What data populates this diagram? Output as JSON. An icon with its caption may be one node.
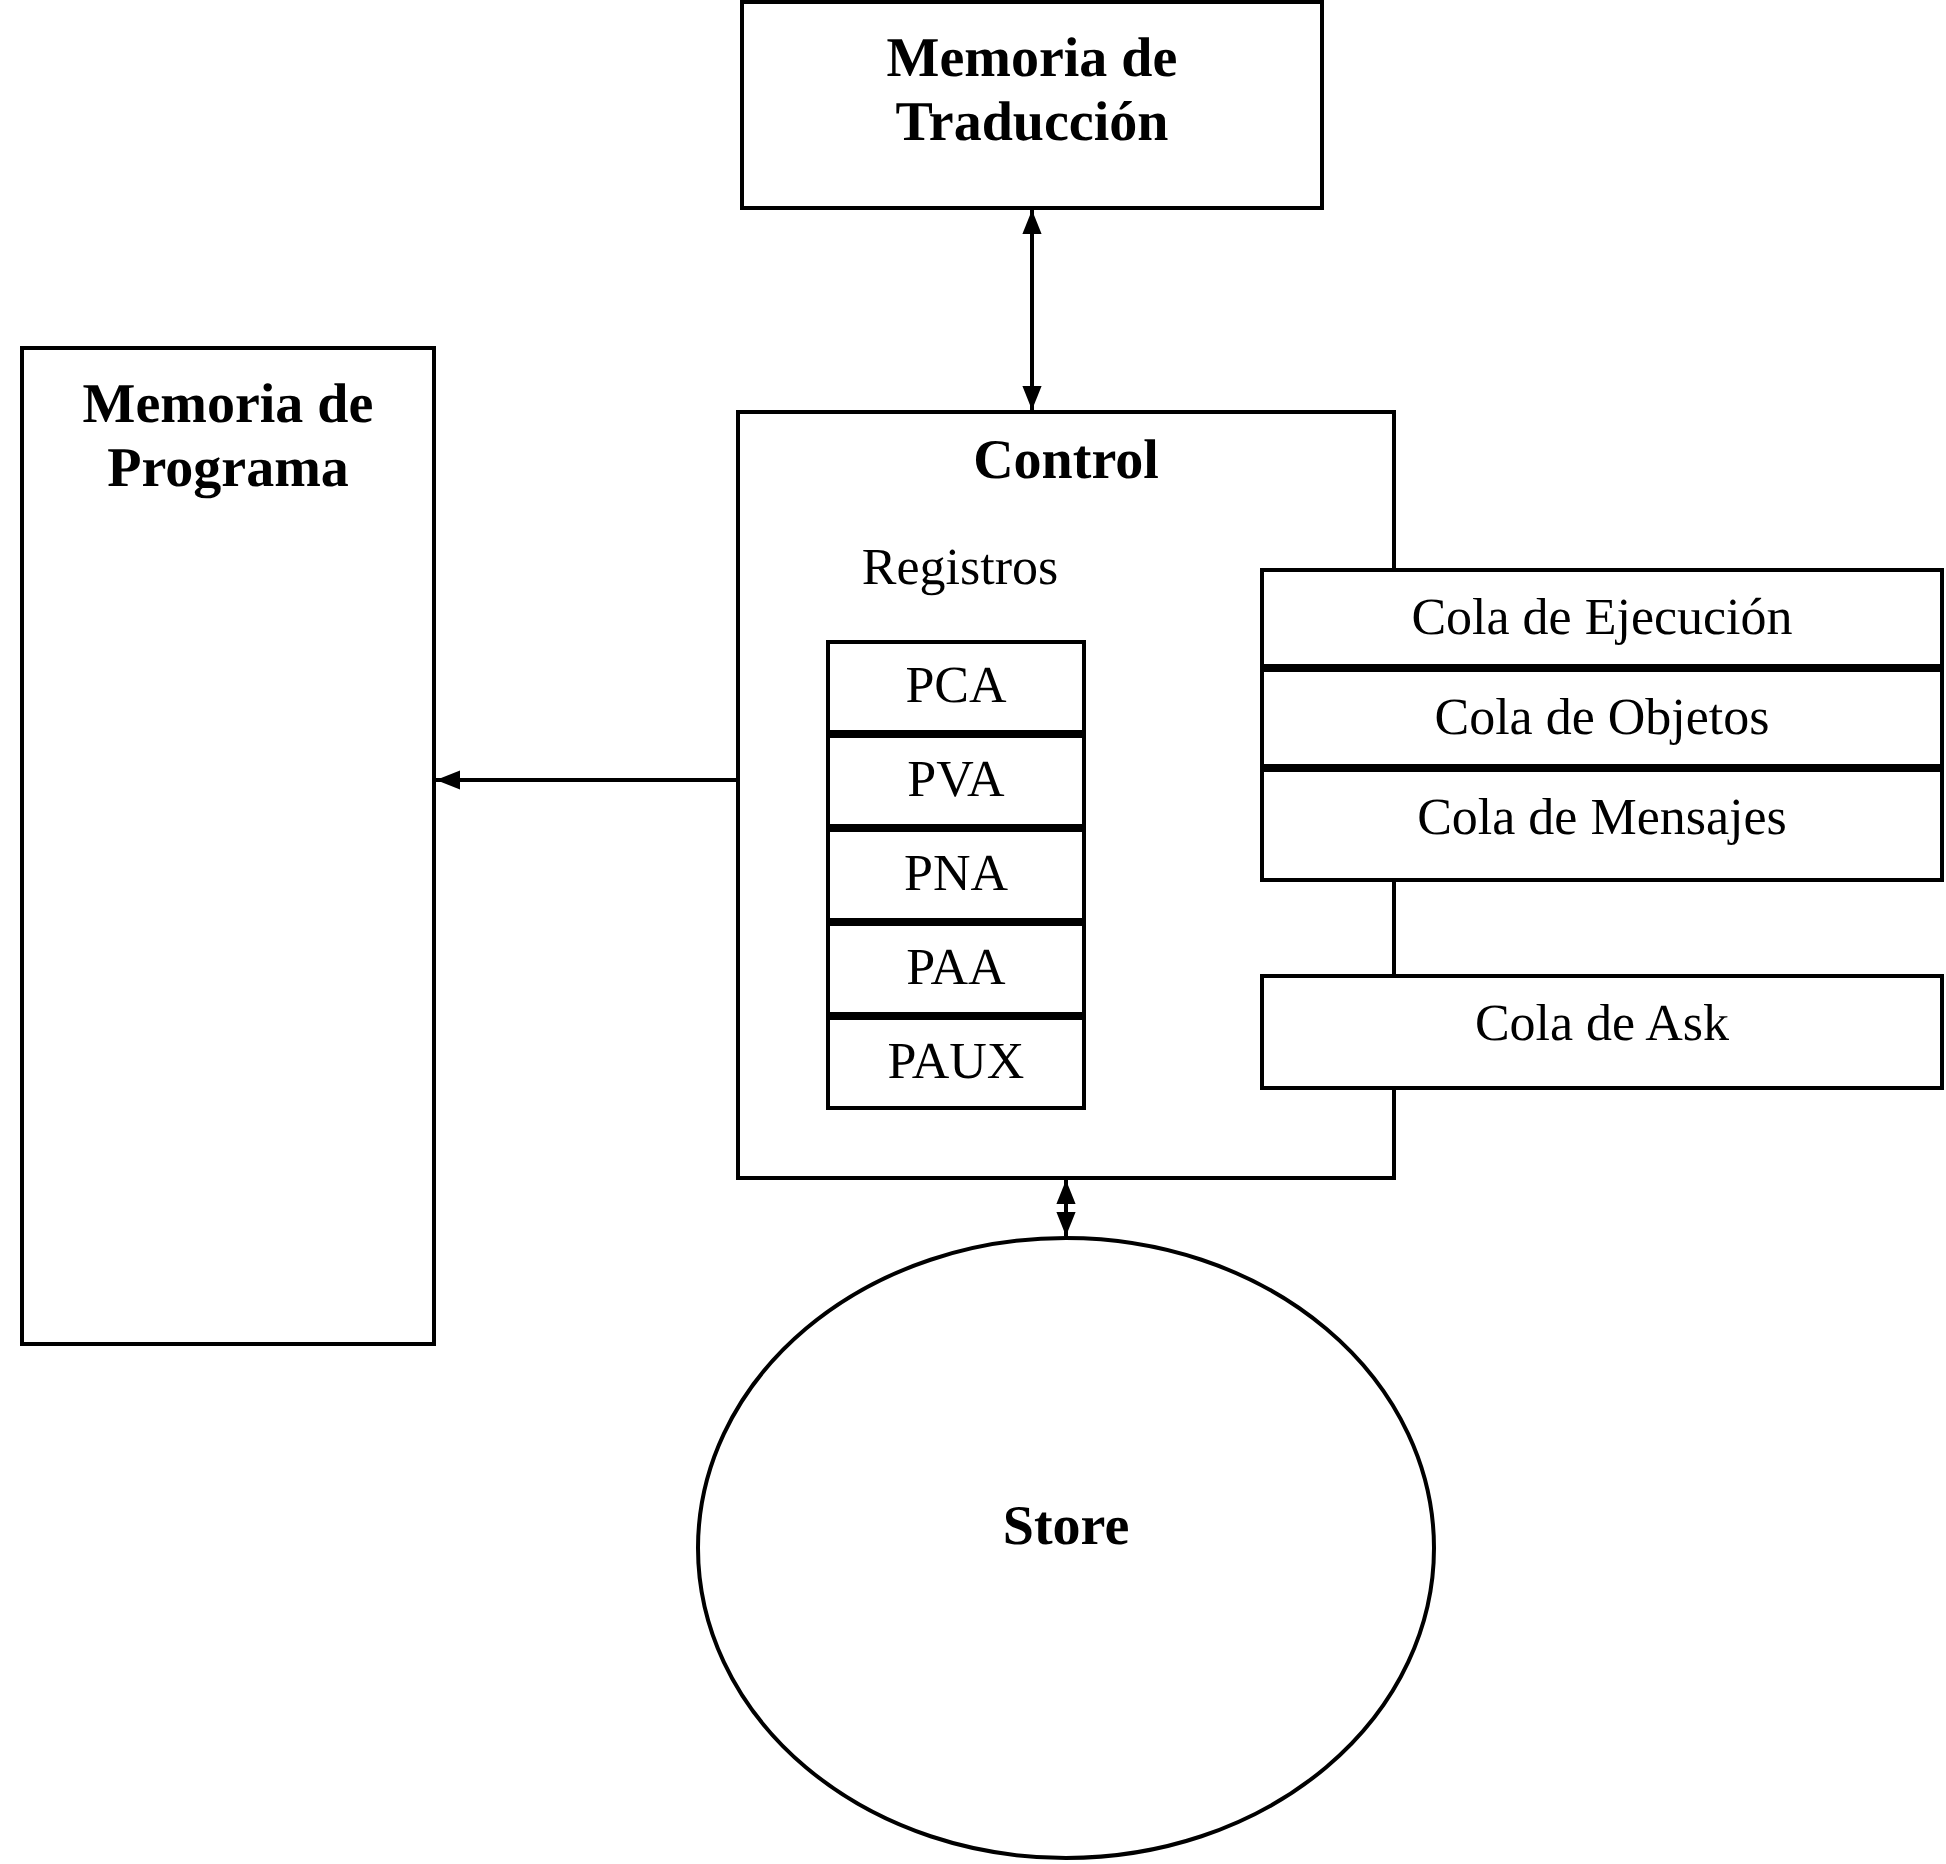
{
  "diagram": {
    "nodes": [
      {
        "text": [
          "Memoria de Traducción"
        ]
      },
      {
        "text": [
          "Memoria de Programa"
        ]
      },
      {
        "text": [
          "Control",
          "Registros"
        ]
      },
      {
        "text": [
          "PCA"
        ],
        "in": 2
      },
      {
        "text": [
          "PVA"
        ],
        "in": 2
      },
      {
        "text": [
          "PNA"
        ],
        "in": 2
      },
      {
        "text": [
          "PAA"
        ],
        "in": 2
      },
      {
        "text": [
          "PAUX"
        ],
        "in": 2
      },
      {
        "text": [
          "Cola de Ejecución"
        ]
      },
      {
        "text": [
          "Cola de Objetos"
        ]
      },
      {
        "text": [
          "Cola de Mensajes"
        ]
      },
      {
        "text": [
          "Cola de Ask"
        ]
      },
      {
        "text": [
          "Store"
        ]
      }
    ],
    "edges": [
      {
        "from": 2,
        "to": 0,
        "arrow": "both"
      },
      {
        "from": 2,
        "to": 1,
        "arrow": "to"
      },
      {
        "from": 2,
        "to": 12,
        "arrow": "both"
      }
    ]
  }
}
